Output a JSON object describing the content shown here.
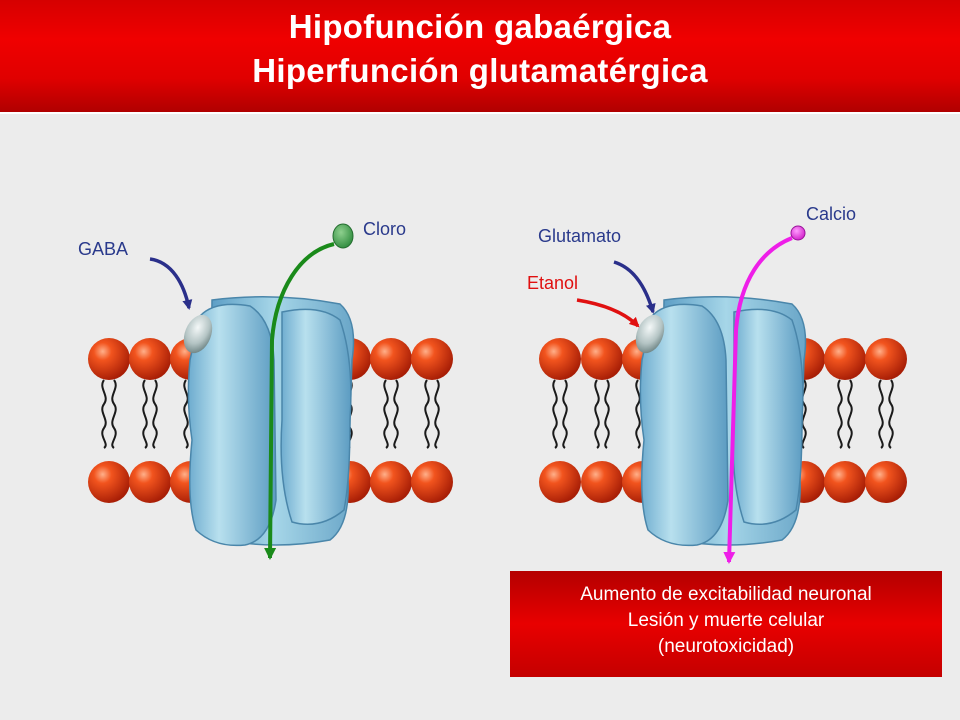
{
  "title": {
    "line1": "Hipofunción gabaérgica",
    "line2": "Hiperfunción glutamatérgica"
  },
  "left": {
    "agonist_label": "GABA",
    "ion_label": "Cloro"
  },
  "right": {
    "agonist_label": "Glutamato",
    "modulator_label": "Etanol",
    "ion_label": "Calcio"
  },
  "effects": {
    "line1": "Aumento de excitabilidad neuronal",
    "line2": "Lesión y muerte celular",
    "line3": "(neurotoxicidad)"
  },
  "colors": {
    "header_red": "#e00000",
    "membrane_head": "#e33b16",
    "channel_blue": "#8ec6dc",
    "chloride_flow": "#1a8a1a",
    "calcium_flow": "#ee1ee8",
    "gaba_arrow": "#2a2f8a",
    "ethanol_arrow": "#e01010"
  }
}
